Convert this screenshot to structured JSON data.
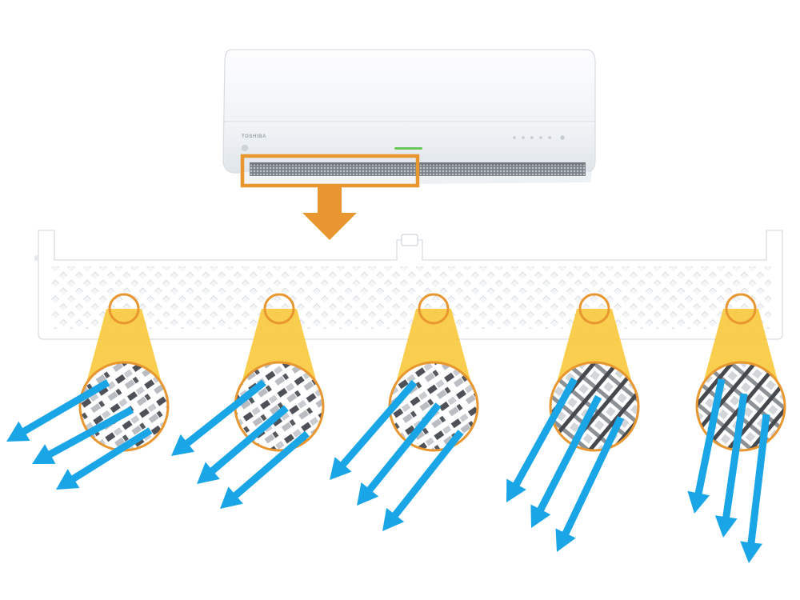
{
  "unit": {
    "brand": "TOSHIBA",
    "indicator_color": "#6ac55a"
  },
  "colors": {
    "highlight": "#e8962f",
    "lens": "#f8c42e",
    "airflow": "#1aa5e6",
    "vane_body": "#ffffff",
    "vane_edge": "#e2e6ea",
    "slot_dark": "#4e5258",
    "slot_light": "#b9bdc2"
  },
  "icons": [
    "down-arrow-icon",
    "airflow-arrow-icon",
    "magnifier-lens-icon"
  ],
  "lenses": [
    {
      "pattern": "angled-slats",
      "airflow_direction": "far-left"
    },
    {
      "pattern": "angled-slats",
      "airflow_direction": "left"
    },
    {
      "pattern": "angled-slats",
      "airflow_direction": "slight-left"
    },
    {
      "pattern": "lattice",
      "airflow_direction": "near-down"
    },
    {
      "pattern": "lattice",
      "airflow_direction": "down"
    }
  ]
}
